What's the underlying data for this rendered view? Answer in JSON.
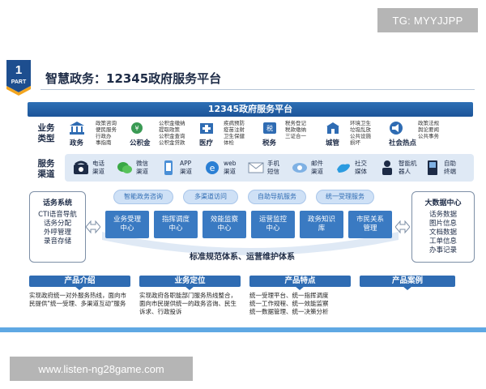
{
  "watermark_top": "TG: MYYJJPP",
  "watermark_bottom": "www.listen-ng28game.com",
  "part": {
    "number": "1",
    "label": "PART"
  },
  "page_title": "智慧政务：12345政府服务平台",
  "platform_title": "12345政府服务平台",
  "business": {
    "row_label": "业务\n类型",
    "items": [
      {
        "name": "政务",
        "desc": "政策咨询\n便民服务\n行政办\n事指南",
        "icon": "government-building-icon",
        "color": "#2f6cb3"
      },
      {
        "name": "公积金",
        "desc": "公积金缴纳\n提取政策\n公积金查询\n公积金贷款",
        "icon": "coin-icon",
        "color": "#3a9a54"
      },
      {
        "name": "医疗",
        "desc": "疾病预防\n疫苗注射\n卫生保健\n体检",
        "icon": "hospital-icon",
        "color": "#d9534f"
      },
      {
        "name": "税务",
        "desc": "税务登记\n税款缴纳\n三证合一",
        "icon": "tax-icon",
        "color": "#2f6cb3"
      },
      {
        "name": "城管",
        "desc": "环境卫生\n垃圾乱放\n公共设施\n损坏",
        "icon": "city-building-icon",
        "color": "#2f6cb3"
      },
      {
        "name": "社会热点",
        "desc": "政策法规\n舆论要闻\n公共事务",
        "icon": "megaphone-icon",
        "color": "#2f6cb3"
      }
    ]
  },
  "channels": {
    "row_label": "服务\n渠道",
    "items": [
      {
        "name": "电话\n渠道",
        "icon": "telephone-icon"
      },
      {
        "name": "微信\n渠道",
        "icon": "wechat-icon"
      },
      {
        "name": "APP\n渠道",
        "icon": "mobile-app-icon"
      },
      {
        "name": "web\n渠道",
        "icon": "web-browser-icon"
      },
      {
        "name": "手机\n短信",
        "icon": "sms-icon"
      },
      {
        "name": "邮件\n渠道",
        "icon": "email-icon"
      },
      {
        "name": "社交\n媒体",
        "icon": "social-media-icon"
      },
      {
        "name": "智能机\n器人",
        "icon": "robot-icon"
      },
      {
        "name": "自助\n终端",
        "icon": "kiosk-icon"
      }
    ]
  },
  "left_system": {
    "title": "话务系统",
    "items": [
      "CTI语音导航",
      "话务分配",
      "外呼管理",
      "录音存储"
    ]
  },
  "right_system": {
    "title": "大数据中心",
    "items": [
      "话务数据",
      "图片信息",
      "文档数据",
      "工单信息",
      "办事记录"
    ]
  },
  "top_pills": [
    "智能政务咨询",
    "多渠道访问",
    "自助导航服务",
    "统一受理服务"
  ],
  "modules": [
    "业务受理\n中心",
    "指挥调度\n中心",
    "效能监察\n中心",
    "运营监控\n中心",
    "政务知识\n库",
    "市民关系\n管理"
  ],
  "standard_label": "标准规范体系、运营维护体系",
  "bottom_cards": [
    {
      "title": "产品介绍",
      "body": "实现政府统一对外服务热线，面向市民提供\"统一受理、多渠道互动\"服务"
    },
    {
      "title": "业务定位",
      "body": "实现政府各职能部门服务热线整合，面向市民提供统一的政务咨询、民生诉求、行政投诉"
    },
    {
      "title": "产品特点",
      "body": "统一受理平台、统一指挥调度\n统一工作规程、统一效能监察\n统一数据管理、统一决策分析"
    },
    {
      "title": "产品案例",
      "body": ""
    }
  ]
}
